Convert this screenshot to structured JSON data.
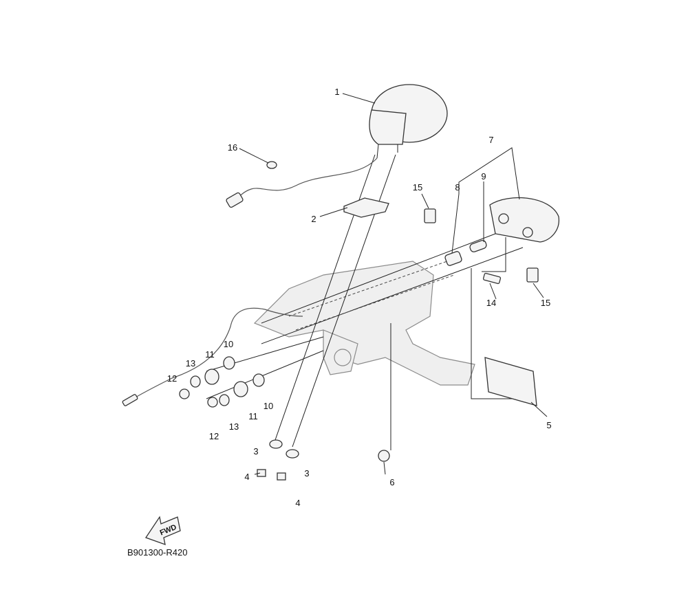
{
  "diagram_code": "B901300-R420",
  "fwd_label": "FWD",
  "callouts": [
    "1",
    "16",
    "2",
    "15",
    "8",
    "9",
    "7",
    "14",
    "15",
    "10",
    "11",
    "13",
    "12",
    "10",
    "11",
    "13",
    "12",
    "3",
    "3",
    "4",
    "4",
    "6",
    "5"
  ]
}
